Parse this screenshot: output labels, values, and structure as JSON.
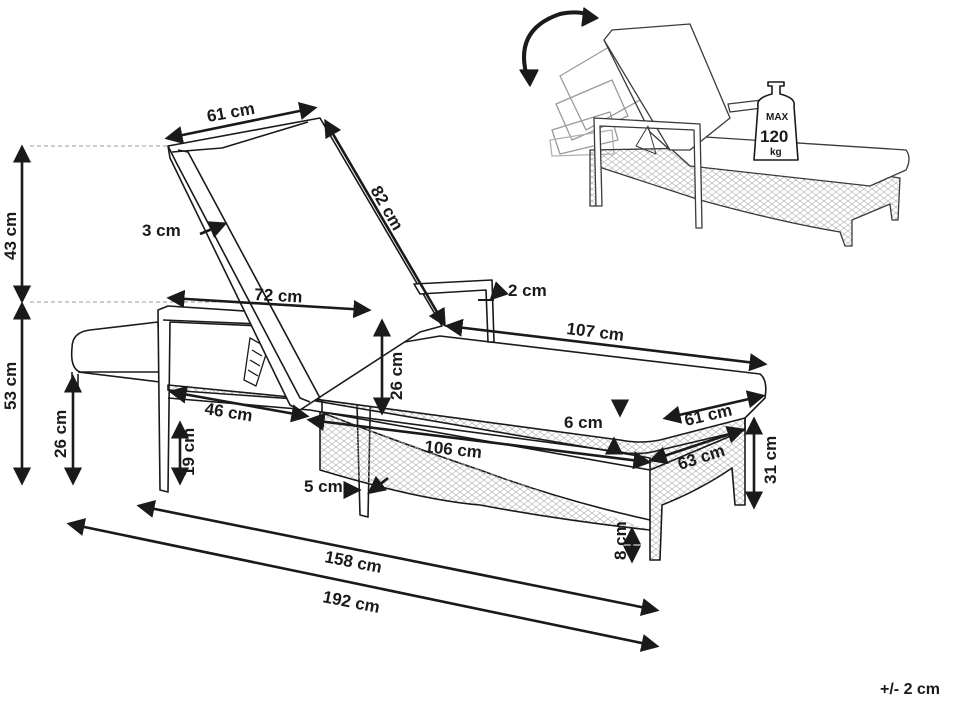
{
  "dimensions": {
    "backrest_width": "61 cm",
    "backrest_length": "82 cm",
    "backrest_frame": "3 cm",
    "backrest_height": "43 cm",
    "seat_height_total": "53 cm",
    "leg_height_front": "26 cm",
    "armrest_length": "72 cm",
    "armrest_thickness": "2 cm",
    "seat_length": "107 cm",
    "armrest_height": "26 cm",
    "mattress_thickness": "6 cm",
    "seat_width": "61 cm",
    "frame_width": "63 cm",
    "rear_height": "31 cm",
    "front_section": "46 cm",
    "leg_height": "19 cm",
    "frame_length": "106 cm",
    "leg_thickness": "5 cm",
    "ground_clearance": "8 cm",
    "base_length": "158 cm",
    "total_length": "192 cm"
  },
  "inset": {
    "max_label": "MAX",
    "max_load": "120",
    "unit": "kg"
  },
  "tolerance": "+/- 2 cm",
  "colors": {
    "line": "#1a1a1a",
    "guide": "#9a9a9a",
    "inset_line": "#3a3a3a"
  }
}
